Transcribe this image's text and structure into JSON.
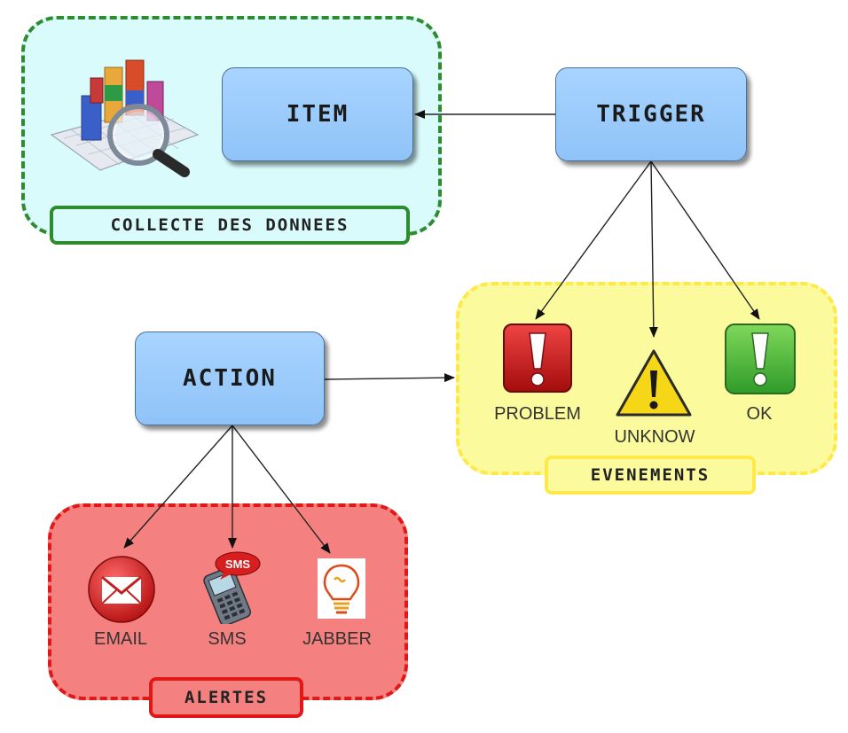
{
  "nodes": {
    "item": "ITEM",
    "trigger": "TRIGGER",
    "action": "ACTION"
  },
  "groups": {
    "collect": "COLLECTE DES DONNEES",
    "events": "EVENEMENTS",
    "alerts": "ALERTES"
  },
  "events": {
    "problem": "PROBLEM",
    "unknow": "UNKNOW",
    "ok": "OK"
  },
  "alerts": {
    "email": "EMAIL",
    "sms": "SMS",
    "sms_badge": "SMS",
    "jabber": "JABBER"
  },
  "colors": {
    "node_fill": "#9ccbfb",
    "collect_fill": "#d9fbfc",
    "collect_border": "#2e8b2e",
    "events_fill": "#fbfb9e",
    "events_border": "#ffe84a",
    "alerts_fill": "#f58080",
    "alerts_border": "#e01818"
  },
  "icons": {
    "data_collection": "chart-magnifier-icon",
    "problem": "exclamation-red-icon",
    "unknow": "warning-triangle-icon",
    "ok": "exclamation-green-icon",
    "email": "envelope-icon",
    "sms": "mobile-phone-icon",
    "jabber": "jabber-bulb-icon"
  }
}
